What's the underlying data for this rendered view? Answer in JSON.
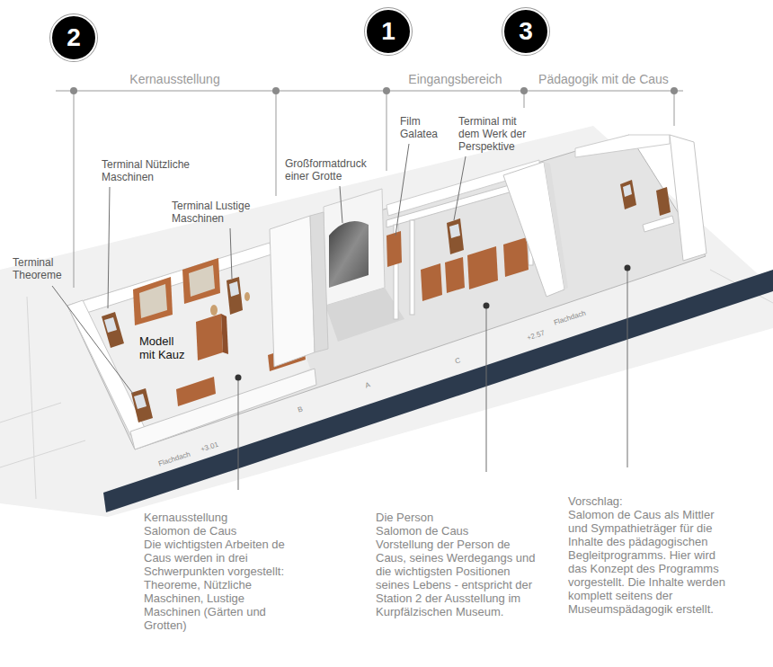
{
  "diagram": {
    "nodes": [
      {
        "text": [
          "2"
        ]
      },
      {
        "text": [
          "1"
        ]
      },
      {
        "text": [
          "3"
        ]
      }
    ],
    "labels": [
      "Kernausstellung",
      "Eingangsbereich",
      "Pädagogik mit de Caus",
      "Terminal Nützliche Maschinen",
      "Terminal Lustige Maschinen",
      "Großformatdruck einer Grotte",
      "Film Galatea",
      "Terminal mit dem Werk der Perspektive",
      "Terminal Theoreme",
      "Modell mit Kauz",
      "Flachdach",
      "+3.01",
      "B",
      "A",
      "C",
      "+2.57",
      "Flachdach",
      "Kernausstellung Salomon de Caus",
      "Die wichtigsten Arbeiten de Caus werden in drei Schwerpunkten vorgestellt: Theoreme, Nützliche Maschinen, Lustige Maschinen (Gärten und Grotten)",
      "Die Person Salomon de Caus",
      "Vorstellung der Person de Caus, seines Werdegangs und die wichtigsten Positionen seines Lebens - entspricht der Station 2 der Ausstellung im Kurpfälzischen Museum.",
      "Vorschlag:",
      "Salomon de Caus als Mittler und Sympathieträger für die Inhalte des pädagogischen Begleitprogramms. Hier wird das Konzept des Programms vorgestellt. Die Inhalte werden komplett seitens der Museumspädagogik erstellt."
    ]
  }
}
